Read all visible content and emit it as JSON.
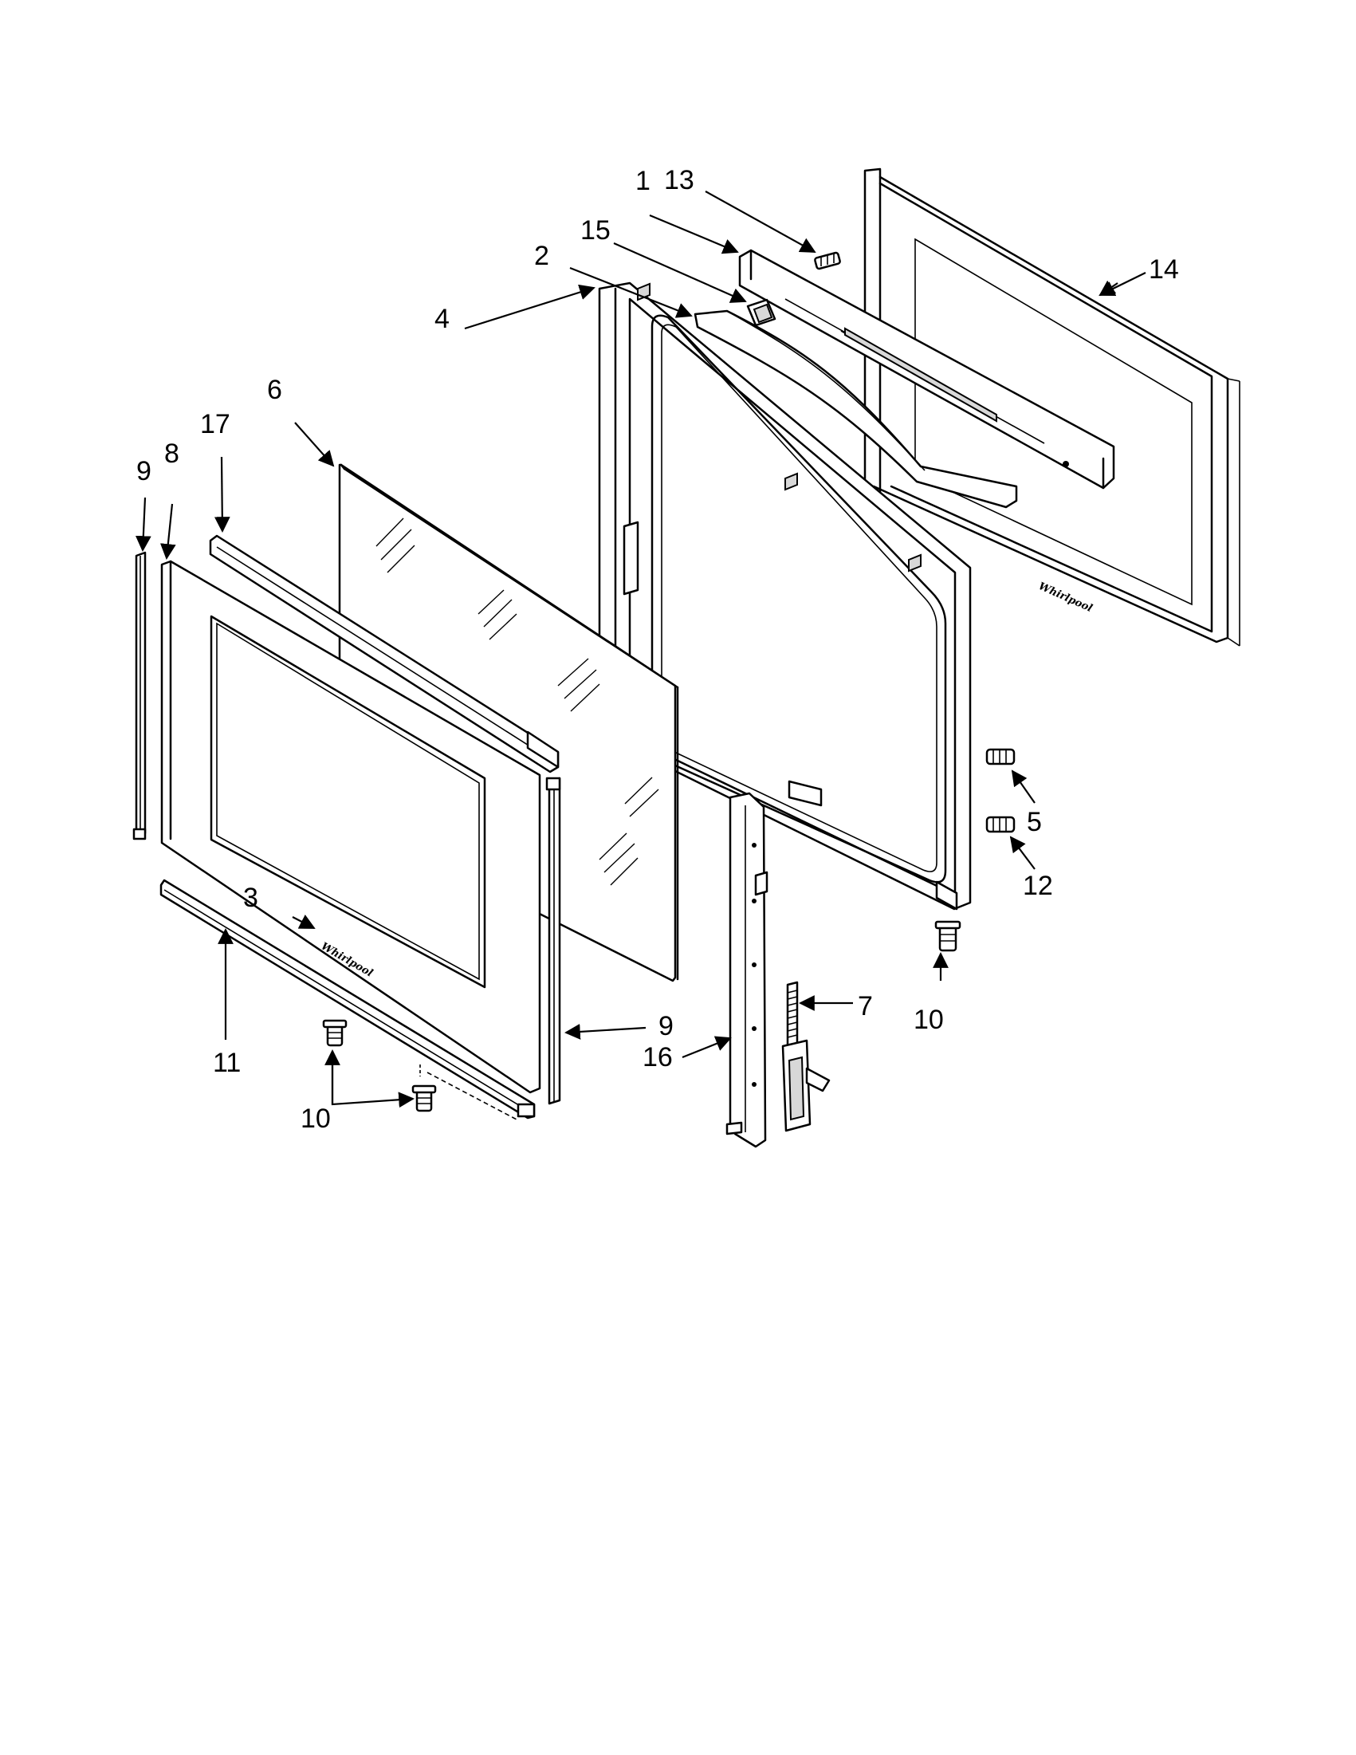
{
  "diagram": {
    "parts": [
      {
        "id": "p1",
        "label": "1"
      },
      {
        "id": "p2",
        "label": "2"
      },
      {
        "id": "p3",
        "label": "3"
      },
      {
        "id": "p4",
        "label": "4"
      },
      {
        "id": "p5",
        "label": "5"
      },
      {
        "id": "p6",
        "label": "6"
      },
      {
        "id": "p7",
        "label": "7"
      },
      {
        "id": "p8",
        "label": "8"
      },
      {
        "id": "p9a",
        "label": "9"
      },
      {
        "id": "p9b",
        "label": "9"
      },
      {
        "id": "p10a",
        "label": "10"
      },
      {
        "id": "p10b",
        "label": "10"
      },
      {
        "id": "p11",
        "label": "11"
      },
      {
        "id": "p12",
        "label": "12"
      },
      {
        "id": "p13",
        "label": "13"
      },
      {
        "id": "p14",
        "label": "14"
      },
      {
        "id": "p15",
        "label": "15"
      },
      {
        "id": "p16",
        "label": "16"
      },
      {
        "id": "p17",
        "label": "17"
      }
    ]
  }
}
